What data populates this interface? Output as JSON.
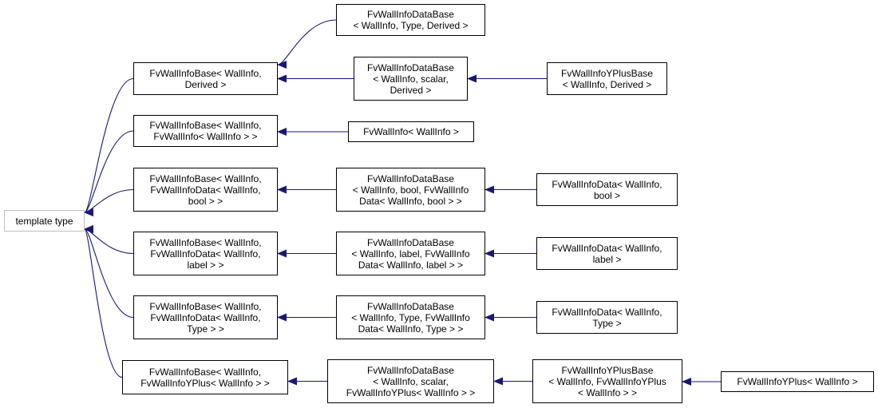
{
  "diagram": {
    "root": {
      "label": "template type"
    },
    "nodes": {
      "n1": {
        "label": "FvWallInfoBase< WallInfo,\nDerived >"
      },
      "n2": {
        "label": "FvWallInfoDataBase\n< WallInfo, Type, Derived >"
      },
      "n3": {
        "label": "FvWallInfoDataBase\n< WallInfo, scalar,\nDerived >"
      },
      "n4": {
        "label": "FvWallInfoYPlusBase\n< WallInfo, Derived >"
      },
      "n5": {
        "label": "FvWallInfoBase< WallInfo,\nFvWallInfo< WallInfo > >"
      },
      "n6": {
        "label": "FvWallInfo< WallInfo >"
      },
      "n7": {
        "label": "FvWallInfoBase< WallInfo,\nFvWallInfoData< WallInfo,\nbool > >"
      },
      "n8": {
        "label": "FvWallInfoDataBase\n< WallInfo, bool, FvWallInfo\nData< WallInfo, bool > >"
      },
      "n9": {
        "label": "FvWallInfoData< WallInfo,\nbool >"
      },
      "n10": {
        "label": "FvWallInfoBase< WallInfo,\nFvWallInfoData< WallInfo,\nlabel > >"
      },
      "n11": {
        "label": "FvWallInfoDataBase\n< WallInfo, label, FvWallInfo\nData< WallInfo, label > >"
      },
      "n12": {
        "label": "FvWallInfoData< WallInfo,\nlabel >"
      },
      "n13": {
        "label": "FvWallInfoBase< WallInfo,\nFvWallInfoData< WallInfo,\nType > >"
      },
      "n14": {
        "label": "FvWallInfoDataBase\n< WallInfo, Type, FvWallInfo\nData< WallInfo, Type > >"
      },
      "n15": {
        "label": "FvWallInfoData< WallInfo,\nType >"
      },
      "n16": {
        "label": "FvWallInfoBase< WallInfo,\nFvWallInfoYPlus< WallInfo > >"
      },
      "n17": {
        "label": "FvWallInfoDataBase\n< WallInfo, scalar,\nFvWallInfoYPlus< WallInfo > >"
      },
      "n18": {
        "label": "FvWallInfoYPlusBase\n< WallInfo, FvWallInfoYPlus\n< WallInfo > >"
      },
      "n19": {
        "label": "FvWallInfoYPlus< WallInfo >"
      }
    },
    "edges": [
      {
        "from": "n1",
        "to": "root"
      },
      {
        "from": "n5",
        "to": "root"
      },
      {
        "from": "n7",
        "to": "root"
      },
      {
        "from": "n10",
        "to": "root"
      },
      {
        "from": "n13",
        "to": "root"
      },
      {
        "from": "n16",
        "to": "root"
      },
      {
        "from": "n2",
        "to": "n1"
      },
      {
        "from": "n3",
        "to": "n1"
      },
      {
        "from": "n4",
        "to": "n3"
      },
      {
        "from": "n6",
        "to": "n5"
      },
      {
        "from": "n8",
        "to": "n7"
      },
      {
        "from": "n9",
        "to": "n8"
      },
      {
        "from": "n11",
        "to": "n10"
      },
      {
        "from": "n12",
        "to": "n11"
      },
      {
        "from": "n14",
        "to": "n13"
      },
      {
        "from": "n15",
        "to": "n14"
      },
      {
        "from": "n17",
        "to": "n16"
      },
      {
        "from": "n18",
        "to": "n17"
      },
      {
        "from": "n19",
        "to": "n18"
      }
    ],
    "colors": {
      "edge": "#191970",
      "box_border": "#000000",
      "root_border": "#bfbfbf"
    }
  }
}
